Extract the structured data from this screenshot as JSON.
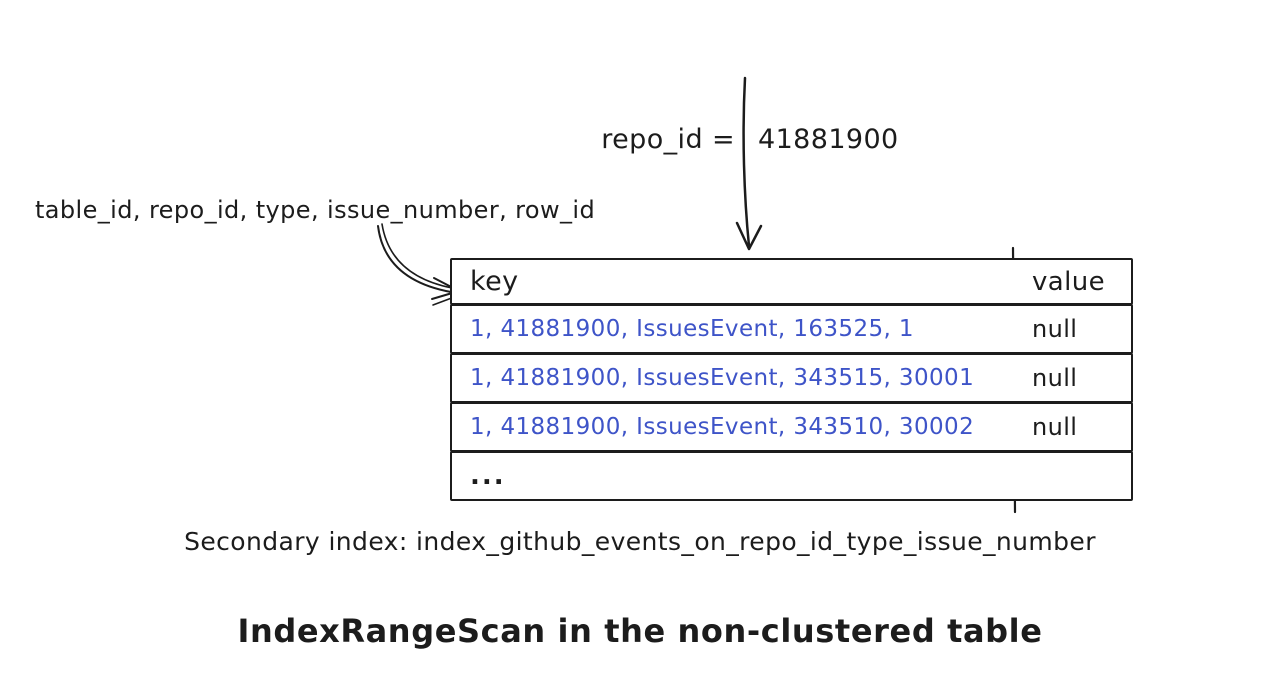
{
  "colors": {
    "ink": "#1c1c1c",
    "key_text_blue": "#3e54c8",
    "background": "#ffffff"
  },
  "annotations": {
    "filter_label": "repo_id =",
    "filter_value": "41881900",
    "key_columns_label": "table_id, repo_id, type, issue_number, row_id"
  },
  "table": {
    "headers": {
      "key": "key",
      "value": "value"
    },
    "rows": [
      {
        "key": "1, 41881900, IssuesEvent, 163525, 1",
        "value": "null"
      },
      {
        "key": "1, 41881900, IssuesEvent, 343515, 30001",
        "value": "null"
      },
      {
        "key": "1, 41881900, IssuesEvent, 343510, 30002",
        "value": "null"
      },
      {
        "key": "...",
        "value": ""
      }
    ]
  },
  "captions": {
    "secondary_index": "Secondary index: index_github_events_on_repo_id_type_issue_number",
    "title": "IndexRangeScan in the non-clustered table"
  },
  "icons": {
    "down_arrow": "filter-value-arrow pointing into table",
    "curved_arrow": "key-columns-arrow pointing to key header"
  }
}
